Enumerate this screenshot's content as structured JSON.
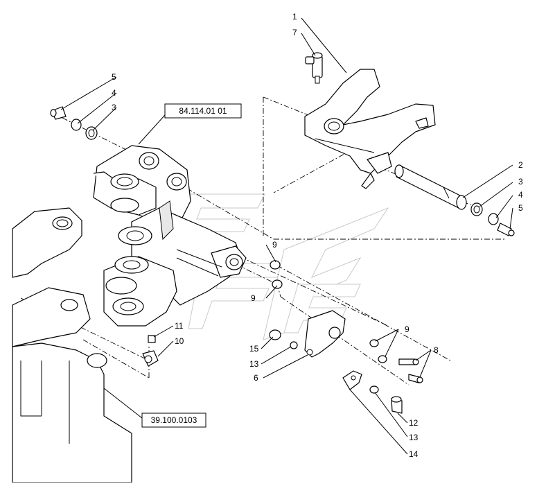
{
  "callouts": {
    "c1": "1",
    "c2": "2",
    "c3a": "3",
    "c3b": "3",
    "c4a": "4",
    "c4b": "4",
    "c5a": "5",
    "c5b": "5",
    "c6": "6",
    "c7": "7",
    "c8": "8",
    "c9a": "9",
    "c9b": "9",
    "c9c": "9",
    "c10": "10",
    "c11": "11",
    "c12": "12",
    "c13a": "13",
    "c13b": "13",
    "c14": "14",
    "c15": "15"
  },
  "references": {
    "upper": "84.114.01 01",
    "lower": "39.100.0103"
  }
}
